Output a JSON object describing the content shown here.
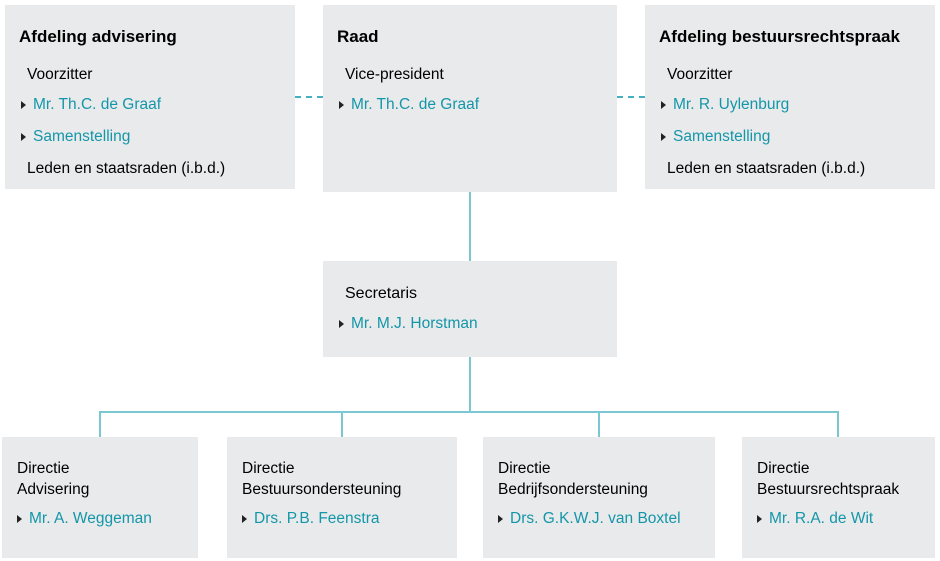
{
  "colors": {
    "page_background": "#ffffff",
    "box_background": "#e9eaeb",
    "heading_text": "#000000",
    "body_text": "#000000",
    "link_teal": "#1496a9",
    "arrow_dark": "#222222",
    "connector_solid": "#7cc8d2",
    "connector_dashed": "#45b0bf"
  },
  "org": {
    "advisering": {
      "title": "Afdeling advisering",
      "role_label": "Voorzitter",
      "chair_link": "Mr. Th.C. de Graaf",
      "composition_link": "Samenstelling",
      "members_note": "Leden en staatsraden (i.b.d.)"
    },
    "raad": {
      "title": "Raad",
      "role_label": "Vice-president",
      "chair_link": "Mr. Th.C. de Graaf"
    },
    "bestuursrechtspraak": {
      "title": "Afdeling bestuursrechtspraak",
      "role_label": "Voorzitter",
      "chair_link": "Mr. R. Uylenburg",
      "composition_link": "Samenstelling",
      "members_note": "Leden en staatsraden (i.b.d.)"
    },
    "secretaris": {
      "title": "Secretaris",
      "link": "Mr. M.J. Horstman"
    },
    "directies": [
      {
        "line1": "Directie",
        "line2": "Advisering",
        "link": "Mr. A. Weggeman"
      },
      {
        "line1": "Directie",
        "line2": "Bestuursondersteuning",
        "link": "Drs. P.B. Feenstra"
      },
      {
        "line1": "Directie",
        "line2": "Bedrijfsondersteuning",
        "link": "Drs. G.K.W.J. van Boxtel"
      },
      {
        "line1": "Directie",
        "line2": "Bestuursrechtspraak",
        "link": "Mr. R.A. de Wit"
      }
    ]
  }
}
